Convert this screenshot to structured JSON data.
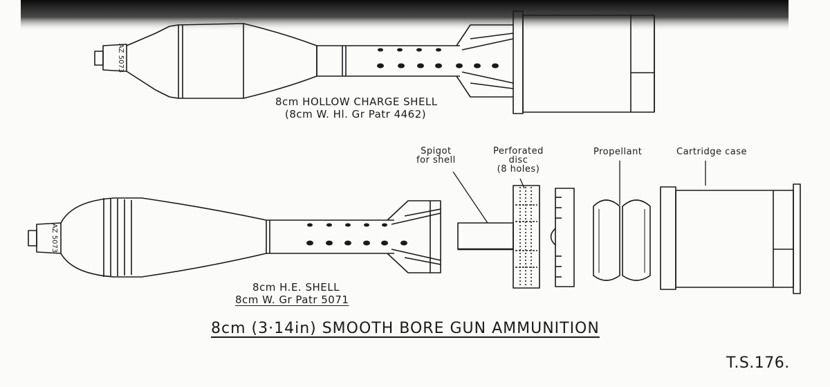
{
  "hollow_charge_shell": {
    "name": "8cm HOLLOW CHARGE SHELL",
    "designation": "(8cm W. Hl. Gr Patr 4462)",
    "fuze_marking": "AZ 5073"
  },
  "he_shell": {
    "name": "8cm  H.E. SHELL",
    "designation": "8cm W. Gr Patr 5071",
    "fuze_marking": "AZ 5073"
  },
  "components": {
    "spigot": "Spigot\nfor shell",
    "perforated_disc": "Perforated\ndisc\n(8 holes)",
    "propellant": "Propellant",
    "cartridge_case": "Cartridge case"
  },
  "title": "8cm (3·14in) SMOOTH BORE GUN AMMUNITION",
  "reference": "T.S.176.",
  "colors": {
    "ink": "#1a1a1a",
    "paper": "#fbfbf9",
    "shadow": "#111111"
  }
}
